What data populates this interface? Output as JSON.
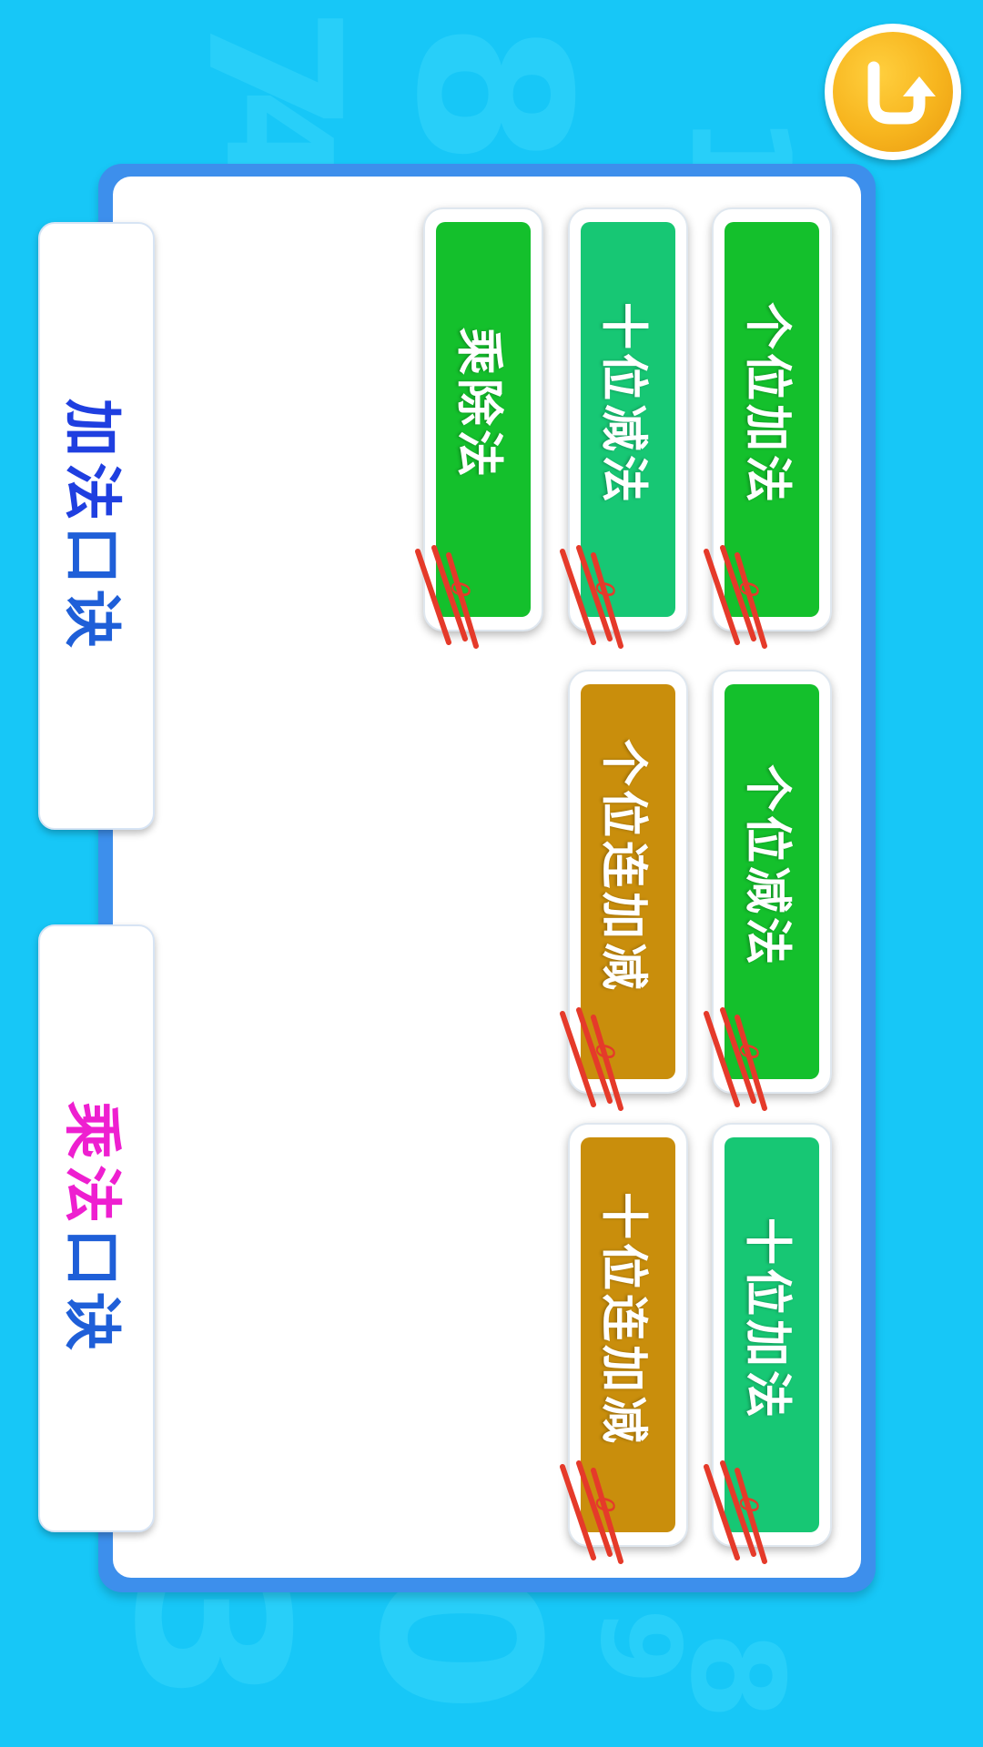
{
  "back_button": {
    "icon": "back-arrow-icon",
    "color": "#f7b51e"
  },
  "tabs": [
    {
      "name": "addition",
      "parts": [
        {
          "text": "加法",
          "color": "#1f3fe0"
        },
        {
          "text": "口诀",
          "color": "#1f5fd8"
        }
      ]
    },
    {
      "name": "multiplication",
      "parts": [
        {
          "text": "乘法",
          "color": "#ee1fd0"
        },
        {
          "text": "口诀",
          "color": "#1f5fd8"
        }
      ]
    }
  ],
  "lessons": [
    {
      "title": "个位加法",
      "score": "0",
      "color": "#14c02c"
    },
    {
      "title": "十位减法",
      "score": "0",
      "color": "#17c774"
    },
    {
      "title": "乘除法",
      "score": "0",
      "color": "#14c02c"
    },
    {
      "title": "个位减法",
      "score": "0",
      "color": "#14c02c"
    },
    {
      "title": "个位连加减",
      "score": "0",
      "color": "#c98e0c"
    },
    {
      "title": "十位加法",
      "score": "0",
      "color": "#17c774"
    },
    {
      "title": "十位连加减",
      "score": "0",
      "color": "#c98e0c"
    }
  ],
  "colors": {
    "background": "#17c7f7",
    "board_border": "#3d8fec",
    "score_mark": "#e53a2a"
  }
}
